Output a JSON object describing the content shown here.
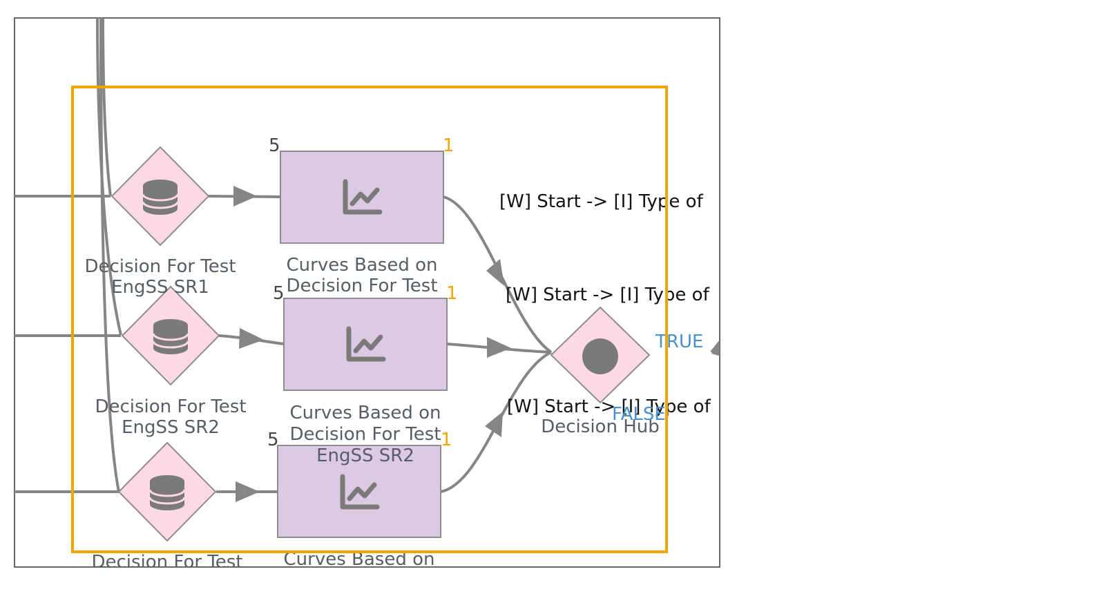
{
  "colors": {
    "decision_fill": "#fdd9e8",
    "decision_stroke": "#8d8d8d",
    "chart_fill": "#ddc9e3",
    "chart_stroke": "#8d8d8d",
    "icon": "#7a7a7a",
    "edge": "#858585",
    "selection": "#f5a500",
    "branch_true": "#4a90d0",
    "branch_false": "#4a90d0"
  },
  "nodes": {
    "decision_sr1": {
      "label_line1": "Decision For Test",
      "label_line2": "EngSS SR1",
      "icon": "database-icon"
    },
    "decision_sr2": {
      "label_line1": "Decision For Test",
      "label_line2": "EngSS SR2",
      "icon": "database-icon"
    },
    "decision_sr3": {
      "label_line1": "Decision For Test",
      "icon": "database-icon"
    },
    "curves_1": {
      "label_line1": "Curves Based on",
      "label_line2": "Decision For Test",
      "count_left": "5",
      "count_right": "1",
      "icon": "line-chart-icon"
    },
    "curves_2": {
      "label_line1": "Curves Based on",
      "label_line2": "Decision For Test",
      "label_line3": "EngSS SR2",
      "count_left": "5",
      "count_right": "1",
      "icon": "line-chart-icon"
    },
    "curves_3": {
      "label_line1": "Curves Based on",
      "count_left": "5",
      "count_right": "1",
      "icon": "line-chart-icon"
    },
    "decision_hub": {
      "label": "Decision Hub",
      "true_label": "TRUE",
      "false_label": "FALSE",
      "icon": "circle-icon"
    }
  },
  "edge_labels": {
    "edge_1": "[W] Start -> [I] Type of",
    "edge_2": "[W] Start -> [I] Type of",
    "edge_3": "[W] Start -> [I] Type of"
  }
}
